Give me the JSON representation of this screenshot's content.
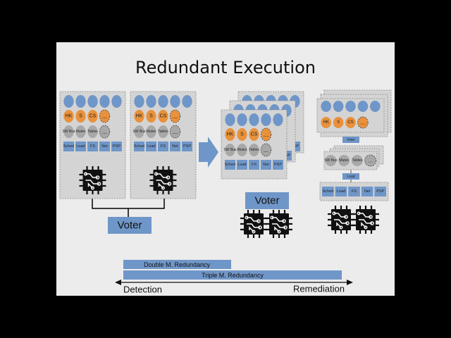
{
  "title": "Redundant Execution",
  "panel": {
    "circle_labels": [
      "HK",
      "S",
      "CS",
      "..."
    ],
    "gray_labels": [
      "SW Bus",
      "Mutex",
      "Tables",
      "..."
    ],
    "service_labels": [
      "Sched",
      "Load",
      "FS",
      "Net",
      "PSP"
    ]
  },
  "voter_label": "Voter",
  "voter_small_label": "Voter",
  "load_small_label": "Load",
  "bars": {
    "double": "Double M. Redundancy",
    "triple": "Triple M. Redundancy"
  },
  "axis": {
    "left": "Detection",
    "right": "Remediation"
  },
  "colors": {
    "blue": "#6f96c8",
    "orange": "#e9913b",
    "gray": "#a8a8a8",
    "chip": "#111111",
    "bar": "#6f96c8"
  }
}
